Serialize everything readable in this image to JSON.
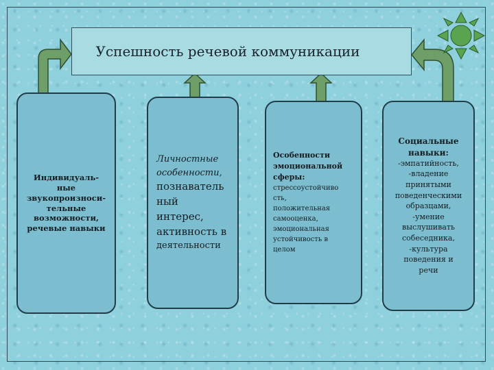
{
  "title": "Успешность речевой коммуникации",
  "cards": [
    {
      "lines": [
        "Индивидуаль-",
        "ные",
        "звукопроизноси-",
        "тельные",
        "возможности,",
        "речевые навыки"
      ]
    },
    {
      "head": [
        "Личностные",
        "особенности,"
      ],
      "main": [
        "познаватель",
        "ный",
        "интерес,",
        "активность в"
      ],
      "tail": [
        "деятельности"
      ]
    },
    {
      "head": [
        "Особенности",
        "эмоциональной",
        "сферы:"
      ],
      "body": [
        "стрессоустойчиво",
        "сть,",
        "положительная",
        "самооценка,",
        "эмоциональная",
        "устойчивость в",
        "целом"
      ]
    },
    {
      "head": [
        "Социальные",
        "навыки:"
      ],
      "body": [
        "-эмпатийность,",
        "-владение",
        "принятыми",
        "поведенческими",
        "образцами,",
        "-умение",
        "выслушивать",
        "собеседника,",
        "-культура",
        "поведения и",
        "речи"
      ]
    }
  ],
  "colors": {
    "background": "#8fd0dd",
    "card_fill": "#7dbdd0",
    "title_fill": "#a9dbe3",
    "arrow_fill": "#6f9f68",
    "sun_fill": "#5aa44f"
  },
  "icons": [
    "sun-icon"
  ]
}
